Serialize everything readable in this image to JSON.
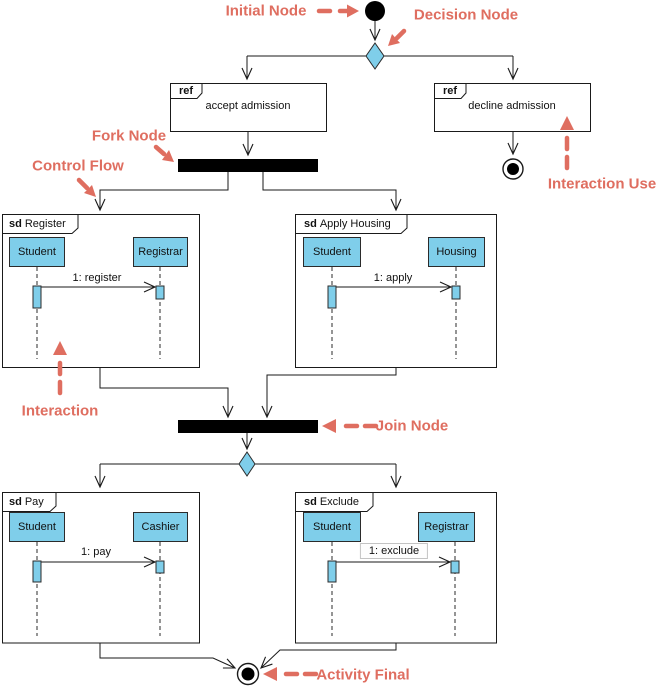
{
  "colors": {
    "annotation": "#DF6E60",
    "node_fill": "#7FCEEA",
    "bar_fill": "#000000"
  },
  "annotations": {
    "initial_node": "Initial Node",
    "decision_node": "Decision Node",
    "fork_node": "Fork Node",
    "control_flow": "Control Flow",
    "interaction_use": "Interaction Use",
    "interaction": "Interaction",
    "join_node": "Join Node",
    "activity_final": "Activity Final"
  },
  "refs": {
    "accept": {
      "keyword": "ref",
      "label": "accept admission"
    },
    "decline": {
      "keyword": "ref",
      "label": "decline admission"
    }
  },
  "frames": {
    "register": {
      "keyword": "sd",
      "name": "Register",
      "left_lifeline": "Student",
      "right_lifeline": "Registrar",
      "message": "1: register"
    },
    "apply_housing": {
      "keyword": "sd",
      "name": "Apply Housing",
      "left_lifeline": "Student",
      "right_lifeline": "Housing",
      "message": "1: apply"
    },
    "pay": {
      "keyword": "sd",
      "name": "Pay",
      "left_lifeline": "Student",
      "right_lifeline": "Cashier",
      "message": "1: pay"
    },
    "exclude": {
      "keyword": "sd",
      "name": "Exclude",
      "left_lifeline": "Student",
      "right_lifeline": "Registrar",
      "message": "1: exclude"
    }
  }
}
